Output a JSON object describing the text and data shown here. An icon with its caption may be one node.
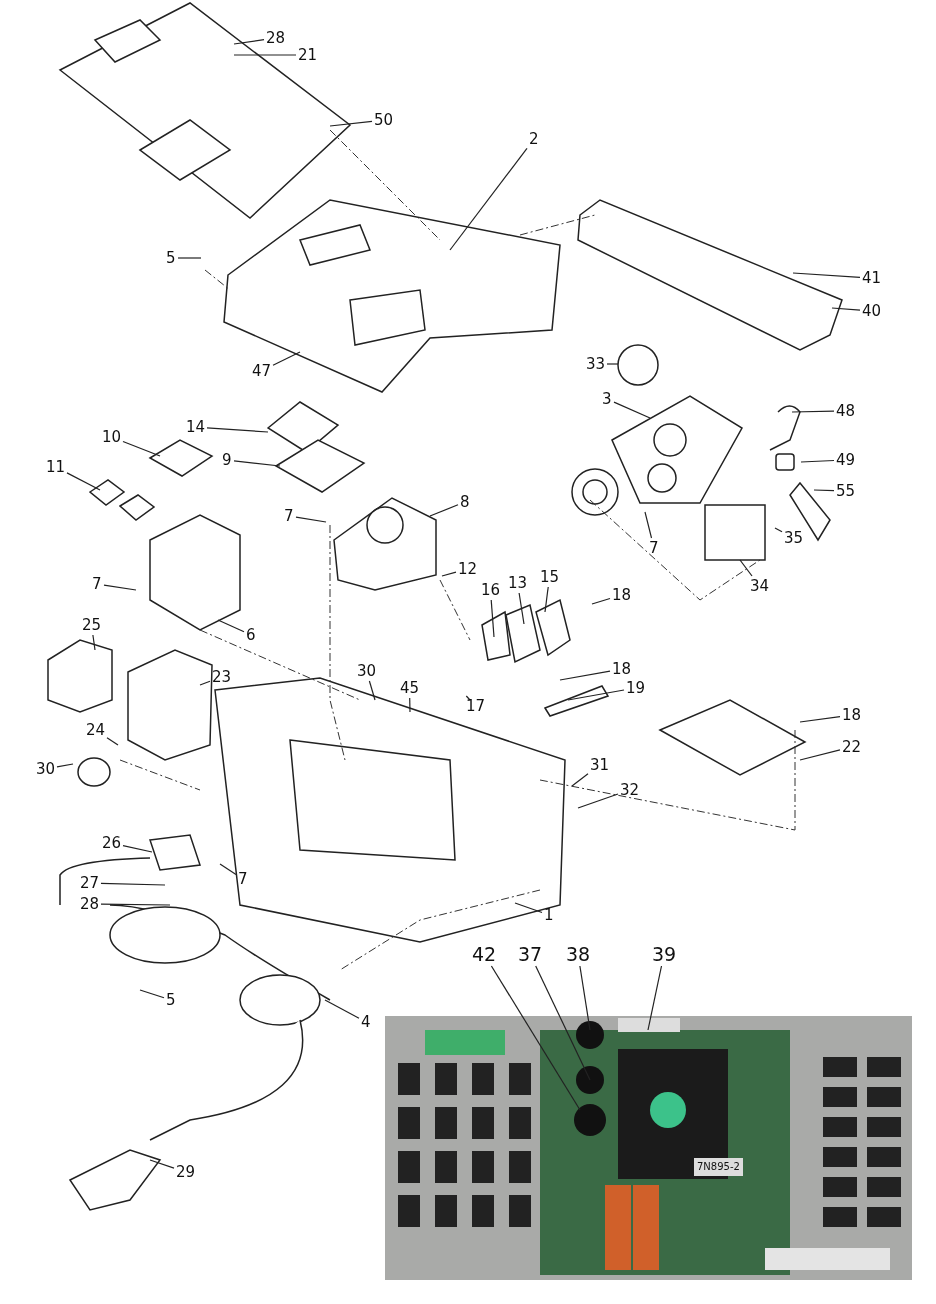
{
  "diagram": {
    "nodes": [
      {
        "text": [
          "28"
        ]
      },
      {
        "text": [
          "21"
        ]
      },
      {
        "text": [
          "50"
        ]
      },
      {
        "text": [
          "2"
        ]
      },
      {
        "text": [
          "5"
        ]
      },
      {
        "text": [
          "41"
        ]
      },
      {
        "text": [
          "40"
        ]
      },
      {
        "text": [
          "47"
        ]
      },
      {
        "text": [
          "33"
        ]
      },
      {
        "text": [
          "3"
        ]
      },
      {
        "text": [
          "48"
        ]
      },
      {
        "text": [
          "14"
        ]
      },
      {
        "text": [
          "10"
        ]
      },
      {
        "text": [
          "9"
        ]
      },
      {
        "text": [
          "49"
        ]
      },
      {
        "text": [
          "11"
        ]
      },
      {
        "text": [
          "8"
        ]
      },
      {
        "text": [
          "7"
        ]
      },
      {
        "text": [
          "55"
        ]
      },
      {
        "text": [
          "35"
        ]
      },
      {
        "text": [
          "7"
        ]
      },
      {
        "text": [
          "12"
        ]
      },
      {
        "text": [
          "7"
        ]
      },
      {
        "text": [
          "34"
        ]
      },
      {
        "text": [
          "16"
        ]
      },
      {
        "text": [
          "13"
        ]
      },
      {
        "text": [
          "15"
        ]
      },
      {
        "text": [
          "18"
        ]
      },
      {
        "text": [
          "25"
        ]
      },
      {
        "text": [
          "6"
        ]
      },
      {
        "text": [
          "30"
        ]
      },
      {
        "text": [
          "45"
        ]
      },
      {
        "text": [
          "18"
        ]
      },
      {
        "text": [
          "23"
        ]
      },
      {
        "text": [
          "19"
        ]
      },
      {
        "text": [
          "17"
        ]
      },
      {
        "text": [
          "24"
        ]
      },
      {
        "text": [
          "18"
        ]
      },
      {
        "text": [
          "22"
        ]
      },
      {
        "text": [
          "30"
        ]
      },
      {
        "text": [
          "31"
        ]
      },
      {
        "text": [
          "32"
        ]
      },
      {
        "text": [
          "26"
        ]
      },
      {
        "text": [
          "27"
        ]
      },
      {
        "text": [
          "7"
        ]
      },
      {
        "text": [
          "28"
        ]
      },
      {
        "text": [
          "1"
        ]
      },
      {
        "text": [
          "42"
        ]
      },
      {
        "text": [
          "37"
        ]
      },
      {
        "text": [
          "38"
        ]
      },
      {
        "text": [
          "39"
        ]
      },
      {
        "text": [
          "5"
        ]
      },
      {
        "text": [
          "4"
        ]
      },
      {
        "text": [
          "29"
        ]
      },
      {
        "text": [],
        "shape": "picture"
      }
    ],
    "edges": [
      {
        "from": 0,
        "to": null,
        "arrow": "none"
      },
      {
        "from": 1,
        "to": null,
        "arrow": "none"
      },
      {
        "from": 2,
        "to": null,
        "arrow": "none"
      },
      {
        "from": 3,
        "to": null,
        "arrow": "none"
      },
      {
        "from": 4,
        "to": null,
        "arrow": "none"
      },
      {
        "from": 5,
        "to": null,
        "arrow": "none"
      },
      {
        "from": 6,
        "to": null,
        "arrow": "none"
      },
      {
        "from": 7,
        "to": null,
        "arrow": "none"
      },
      {
        "from": 8,
        "to": null,
        "arrow": "none"
      },
      {
        "from": 9,
        "to": null,
        "arrow": "none"
      },
      {
        "from": 10,
        "to": null,
        "arrow": "none"
      },
      {
        "from": 11,
        "to": null,
        "arrow": "none"
      },
      {
        "from": 12,
        "to": null,
        "arrow": "none"
      },
      {
        "from": 13,
        "to": null,
        "arrow": "none"
      },
      {
        "from": 14,
        "to": null,
        "arrow": "none"
      },
      {
        "from": 15,
        "to": null,
        "arrow": "none"
      },
      {
        "from": 16,
        "to": null,
        "arrow": "none"
      },
      {
        "from": 17,
        "to": null,
        "arrow": "none"
      },
      {
        "from": 18,
        "to": null,
        "arrow": "none"
      },
      {
        "from": 19,
        "to": null,
        "arrow": "none"
      },
      {
        "from": 20,
        "to": null,
        "arrow": "none"
      },
      {
        "from": 21,
        "to": null,
        "arrow": "none"
      },
      {
        "from": 22,
        "to": null,
        "arrow": "none"
      },
      {
        "from": 23,
        "to": null,
        "arrow": "none"
      },
      {
        "from": 24,
        "to": null,
        "arrow": "none"
      },
      {
        "from": 25,
        "to": null,
        "arrow": "none"
      },
      {
        "from": 26,
        "to": null,
        "arrow": "none"
      },
      {
        "from": 27,
        "to": null,
        "arrow": "none"
      },
      {
        "from": 28,
        "to": null,
        "arrow": "none"
      },
      {
        "from": 29,
        "to": null,
        "arrow": "none"
      },
      {
        "from": 30,
        "to": null,
        "arrow": "none"
      },
      {
        "from": 31,
        "to": null,
        "arrow": "none"
      },
      {
        "from": 32,
        "to": null,
        "arrow": "none"
      },
      {
        "from": 33,
        "to": null,
        "arrow": "none"
      },
      {
        "from": 34,
        "to": null,
        "arrow": "none"
      },
      {
        "from": 35,
        "to": null,
        "arrow": "none"
      },
      {
        "from": 36,
        "to": null,
        "arrow": "none"
      },
      {
        "from": 37,
        "to": null,
        "arrow": "none"
      },
      {
        "from": 38,
        "to": null,
        "arrow": "none"
      },
      {
        "from": 39,
        "to": null,
        "arrow": "none"
      },
      {
        "from": 40,
        "to": null,
        "arrow": "none"
      },
      {
        "from": 41,
        "to": null,
        "arrow": "none"
      },
      {
        "from": 42,
        "to": null,
        "arrow": "none"
      },
      {
        "from": 43,
        "to": null,
        "arrow": "none"
      },
      {
        "from": 44,
        "to": null,
        "arrow": "none"
      },
      {
        "from": 45,
        "to": null,
        "arrow": "none"
      },
      {
        "from": 46,
        "to": null,
        "arrow": "none"
      },
      {
        "from": 47,
        "to": 54,
        "arrow": "none"
      },
      {
        "from": 48,
        "to": 54,
        "arrow": "none"
      },
      {
        "from": 49,
        "to": 54,
        "arrow": "none"
      },
      {
        "from": 50,
        "to": 54,
        "arrow": "none"
      },
      {
        "from": 51,
        "to": null,
        "arrow": "none"
      },
      {
        "from": 52,
        "to": null,
        "arrow": "none"
      },
      {
        "from": 53,
        "to": null,
        "arrow": "none"
      }
    ],
    "labels": [
      "7N895-2"
    ]
  }
}
